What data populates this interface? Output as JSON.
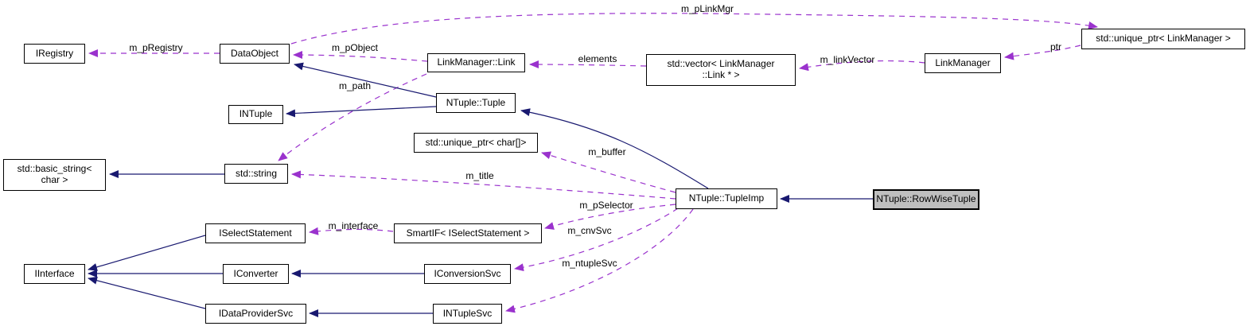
{
  "diagram": {
    "type": "doxygen-collaboration-graph",
    "colors": {
      "node_background": "#ffffff",
      "node_border": "#000000",
      "highlight_node_background": "#bfbfbf",
      "inheritance_edge": "#191970",
      "usage_edge": "#9a32cd",
      "text": "#000000"
    },
    "nodes": [
      {
        "id": "iregistry",
        "label": "IRegistry"
      },
      {
        "id": "dataobject",
        "label": "DataObject"
      },
      {
        "id": "linkmanager-link",
        "label": "LinkManager::Link"
      },
      {
        "id": "vector-linkmanager-link",
        "label": "std::vector< LinkManager\n::Link * >"
      },
      {
        "id": "linkmanager",
        "label": "LinkManager"
      },
      {
        "id": "unique-ptr-linkmanager",
        "label": "std::unique_ptr< LinkManager >"
      },
      {
        "id": "intuple",
        "label": "INTuple"
      },
      {
        "id": "ntuple-tuple",
        "label": "NTuple::Tuple"
      },
      {
        "id": "unique-ptr-char",
        "label": "std::unique_ptr< char[]>"
      },
      {
        "id": "basic-string",
        "label": "std::basic_string<\nchar >"
      },
      {
        "id": "std-string",
        "label": "std::string"
      },
      {
        "id": "ntuple-tupleimp",
        "label": "NTuple::TupleImp"
      },
      {
        "id": "ntuple-rowwisetuple",
        "label": "NTuple::RowWiseTuple"
      },
      {
        "id": "iselectstatement",
        "label": "ISelectStatement"
      },
      {
        "id": "smartif-iselectstatement",
        "label": "SmartIF< ISelectStatement >"
      },
      {
        "id": "iinterface",
        "label": "IInterface"
      },
      {
        "id": "iconverter",
        "label": "IConverter"
      },
      {
        "id": "iconversionsvc",
        "label": "IConversionSvc"
      },
      {
        "id": "idataprovidersvc",
        "label": "IDataProviderSvc"
      },
      {
        "id": "intuplesvc",
        "label": "INTupleSvc"
      }
    ],
    "edges": [
      {
        "from": "DataObject",
        "to": "IRegistry",
        "label": "m_pRegistry",
        "type": "usage"
      },
      {
        "from": "LinkManager::Link",
        "to": "DataObject",
        "label": "m_pObject",
        "type": "usage"
      },
      {
        "from": "DataObject",
        "to": "std::unique_ptr< LinkManager >",
        "label": "m_pLinkMgr",
        "type": "usage"
      },
      {
        "from": "std::vector< LinkManager::Link * >",
        "to": "LinkManager::Link",
        "label": "elements",
        "type": "usage"
      },
      {
        "from": "LinkManager",
        "to": "std::vector< LinkManager::Link * >",
        "label": "m_linkVector",
        "type": "usage"
      },
      {
        "from": "std::unique_ptr< LinkManager >",
        "to": "LinkManager",
        "label": "ptr",
        "type": "usage"
      },
      {
        "from": "LinkManager::Link",
        "to": "std::string",
        "label": "m_path",
        "type": "usage"
      },
      {
        "from": "NTuple::TupleImp",
        "to": "std::unique_ptr< char[]>",
        "label": "m_buffer",
        "type": "usage"
      },
      {
        "from": "NTuple::TupleImp",
        "to": "std::string",
        "label": "m_title",
        "type": "usage"
      },
      {
        "from": "NTuple::TupleImp",
        "to": "SmartIF< ISelectStatement >",
        "label": "m_pSelector",
        "type": "usage"
      },
      {
        "from": "NTuple::TupleImp",
        "to": "IConversionSvc",
        "label": "m_cnvSvc",
        "type": "usage"
      },
      {
        "from": "NTuple::TupleImp",
        "to": "INTupleSvc",
        "label": "m_ntupleSvc",
        "type": "usage"
      },
      {
        "from": "SmartIF< ISelectStatement >",
        "to": "ISelectStatement",
        "label": "m_interface",
        "type": "usage"
      },
      {
        "from": "NTuple::Tuple",
        "to": "DataObject",
        "label": "",
        "type": "inheritance"
      },
      {
        "from": "NTuple::Tuple",
        "to": "INTuple",
        "label": "",
        "type": "inheritance"
      },
      {
        "from": "NTuple::TupleImp",
        "to": "NTuple::Tuple",
        "label": "",
        "type": "inheritance"
      },
      {
        "from": "NTuple::RowWiseTuple",
        "to": "NTuple::TupleImp",
        "label": "",
        "type": "inheritance"
      },
      {
        "from": "std::string",
        "to": "std::basic_string< char >",
        "label": "",
        "type": "inheritance"
      },
      {
        "from": "ISelectStatement",
        "to": "IInterface",
        "label": "",
        "type": "inheritance"
      },
      {
        "from": "IConverter",
        "to": "IInterface",
        "label": "",
        "type": "inheritance"
      },
      {
        "from": "IDataProviderSvc",
        "to": "IInterface",
        "label": "",
        "type": "inheritance"
      },
      {
        "from": "IConversionSvc",
        "to": "IConverter",
        "label": "",
        "type": "inheritance"
      },
      {
        "from": "INTupleSvc",
        "to": "IDataProviderSvc",
        "label": "",
        "type": "inheritance"
      }
    ]
  }
}
